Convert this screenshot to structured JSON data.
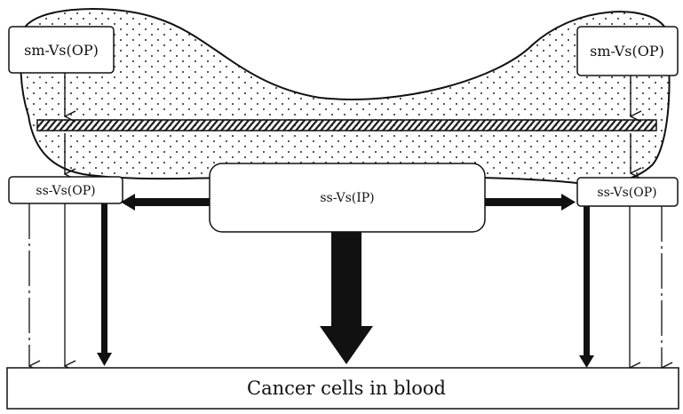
{
  "nodes": {
    "sm_vs_op_left": "sm-Vs(OP)",
    "sm_vs_op_right": "sm-Vs(OP)",
    "ss_vs_op_left": "ss-Vs(OP)",
    "ss_vs_op_right": "ss-Vs(OP)",
    "ss_vs_ip": "ss-Vs(IP)"
  },
  "blood": {
    "label": "Cancer cells in blood"
  },
  "colors": {
    "line": "#111111",
    "background": "#ffffff"
  }
}
